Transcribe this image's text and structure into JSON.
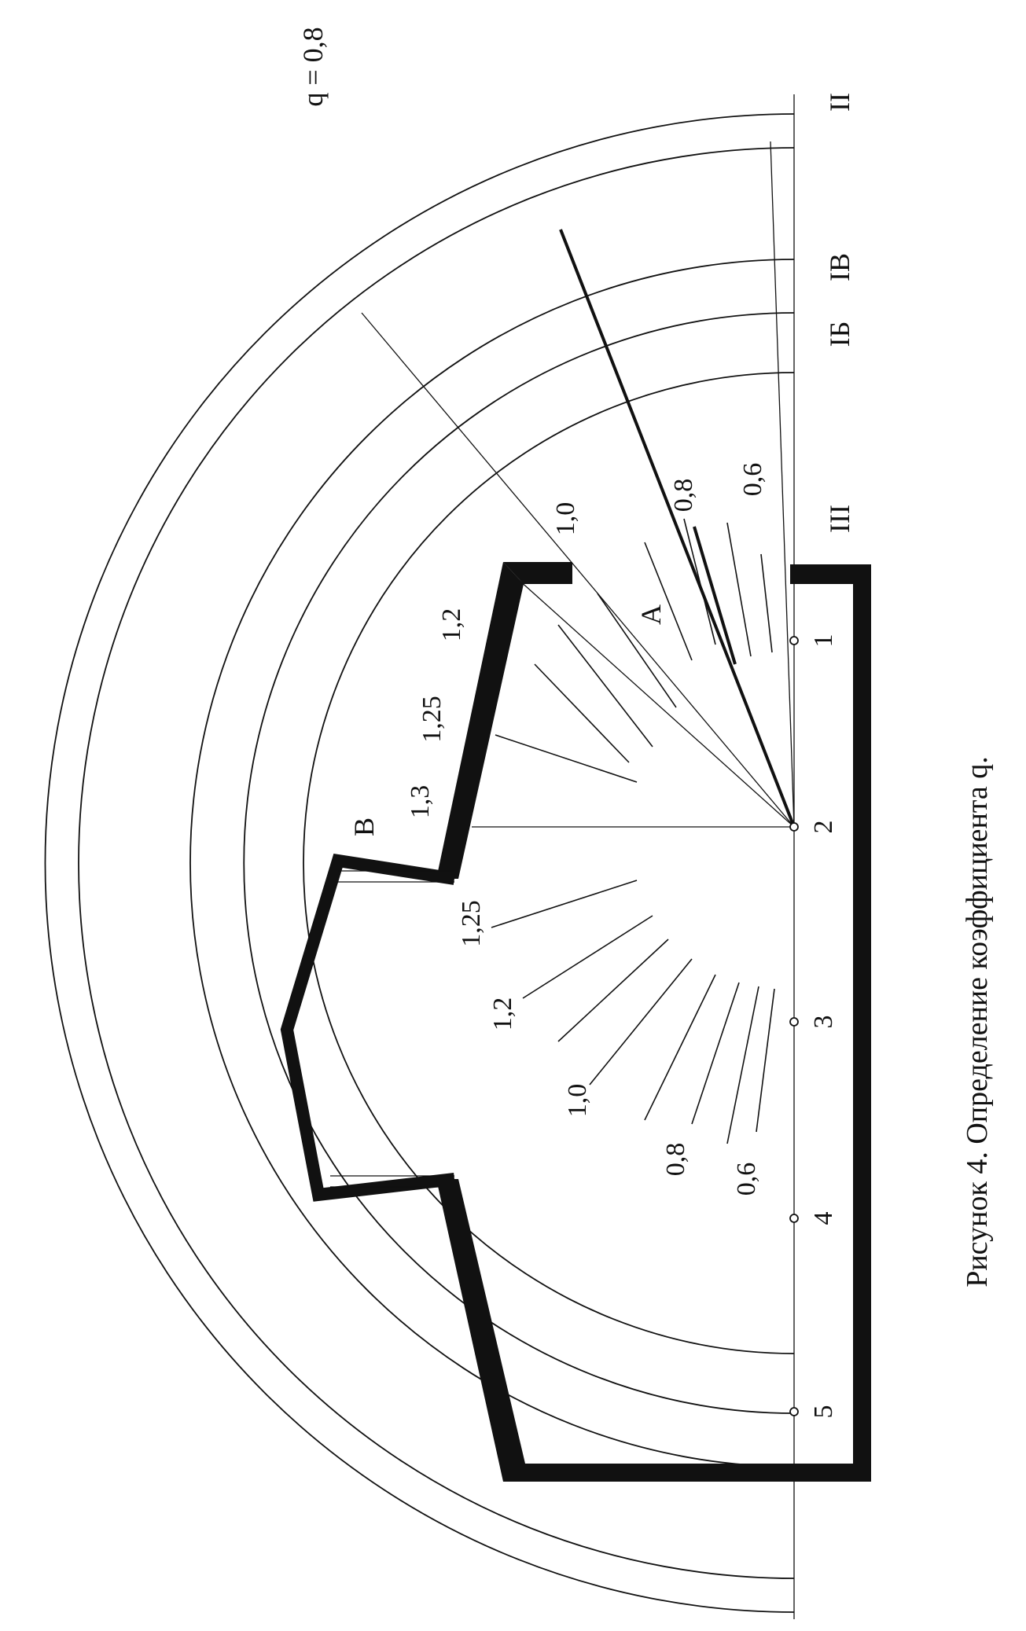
{
  "q_label": "q = 0,8",
  "caption": "Рисунок 4.  Определение коэффициента q.",
  "zone_labels": [
    "II",
    "IB",
    "IБ",
    "III"
  ],
  "point_labels": [
    "1",
    "2",
    "3",
    "4",
    "5"
  ],
  "region_labels": {
    "a": "A",
    "b": "B"
  },
  "coef_labels_upper": [
    "1,0",
    "0,8",
    "0,6",
    "1,2",
    "1,25",
    "1,3"
  ],
  "coef_labels_lower": [
    "1,25",
    "1,2",
    "1,0",
    "0,8",
    "0,6"
  ]
}
